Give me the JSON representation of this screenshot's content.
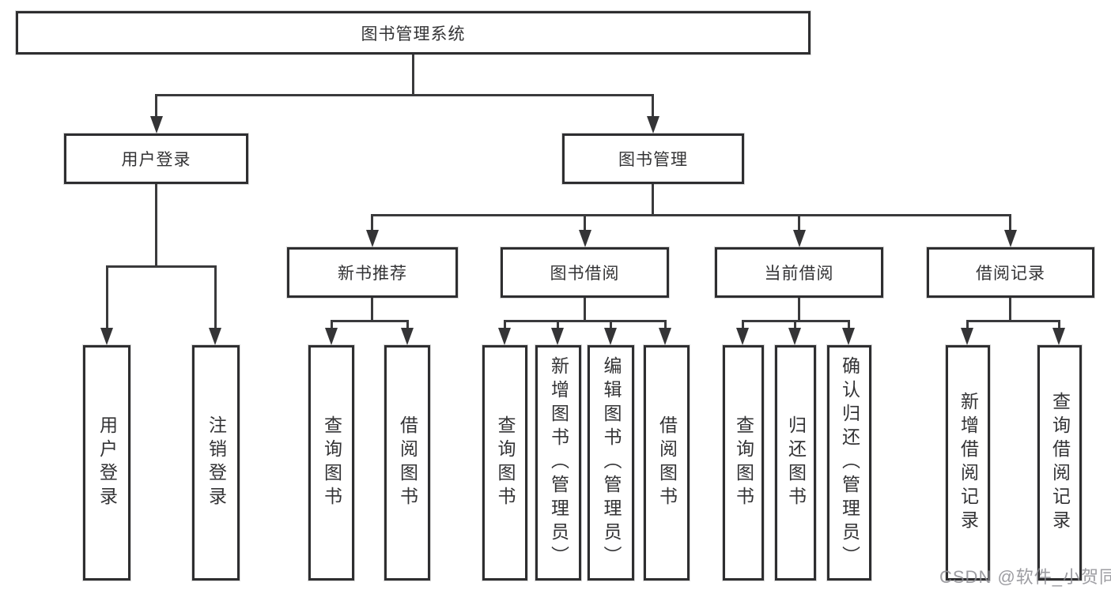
{
  "diagram": {
    "root": "图书管理系统",
    "user_login": {
      "label": "用户登录",
      "children": [
        "用户登录",
        "注销登录"
      ]
    },
    "book_mgmt": {
      "label": "图书管理",
      "sections": [
        {
          "label": "新书推荐",
          "children": [
            "查询图书",
            "借阅图书"
          ]
        },
        {
          "label": "图书借阅",
          "children": [
            "查询图书",
            "新增图书（管理员）",
            "编辑图书（管理员）",
            "借阅图书"
          ]
        },
        {
          "label": "当前借阅",
          "children": [
            "查询图书",
            "归还图书",
            "确认归还（管理员）"
          ]
        },
        {
          "label": "借阅记录",
          "children": [
            "新增借阅记录",
            "查询借阅记录"
          ]
        }
      ]
    }
  },
  "watermark": "CSDN @软件_小贺同学",
  "colors": {
    "line": "#3a3a3c",
    "box_border": "#2e2e30",
    "text": "#333335",
    "background": "#ffffff",
    "watermark": "#8c8c92"
  }
}
